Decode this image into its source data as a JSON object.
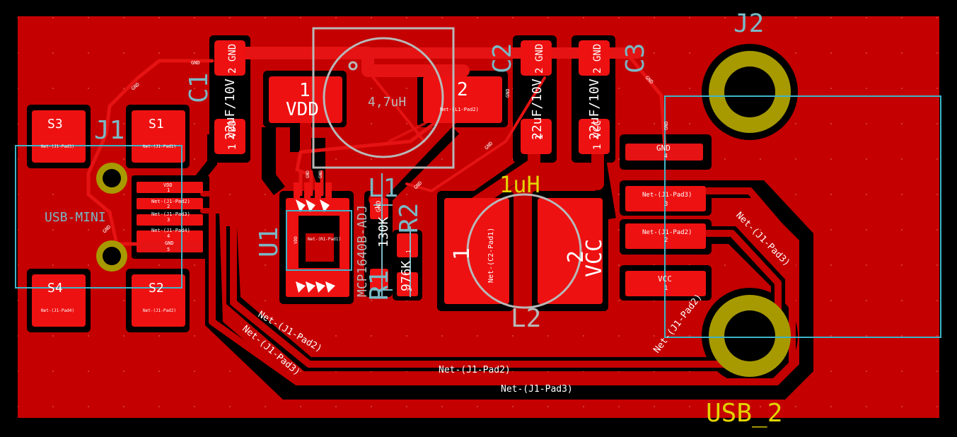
{
  "colors": {
    "background": "#000000",
    "copper": "#c40000",
    "pad": "#ee1111",
    "silk": "#7ab8c4",
    "outline": "#b8b8b8",
    "mount_ring": "#a79a00",
    "value_text": "#e2d400",
    "white": "#ffffff"
  },
  "refs": {
    "j1": "J1",
    "j2": "J2",
    "c1": "C1",
    "c2": "C2",
    "c3": "C3",
    "u1": "U1",
    "l1": "L1",
    "l2": "L2",
    "r1": "R1",
    "r2": "R2"
  },
  "values": {
    "usb_mini": "USB-MINI",
    "usb_2": "USB_2",
    "l1_value": "4,7uH",
    "l2_value": "1uH",
    "cap_value": "22uF/10V",
    "u1_value": "MCP1640B-ADJ",
    "r1_value": "976K",
    "r2_value": "130K"
  },
  "pads": {
    "j1_shield": [
      "S3",
      "S1",
      "S4",
      "S2"
    ],
    "j1_shield_nets": [
      "Net-(J1-Pad3)",
      "Net-(J1-Pad1)",
      "Net-(J1-Pad4)",
      "Net-(J1-Pad2)"
    ],
    "j1_pins": [
      {
        "net": "VDD",
        "num": "1"
      },
      {
        "net": "Net-(J1-Pad2)",
        "num": "2"
      },
      {
        "net": "Net-(J1-Pad3)",
        "num": "3"
      },
      {
        "net": "Net-(J1-Pad4)",
        "num": "4"
      },
      {
        "net": "GND",
        "num": "5"
      }
    ],
    "j2_pins": [
      {
        "net": "GND",
        "num": "4"
      },
      {
        "net": "Net-(J1-Pad3)",
        "num": "3"
      },
      {
        "net": "Net-(J1-Pad2)",
        "num": "2"
      },
      {
        "net": "VCC",
        "num": "1"
      }
    ],
    "l1_pin1": "1",
    "l1_pin1_net": "VDD",
    "l1_pin2": "2",
    "l1_pin2_net": "Net-(L1-Pad2)",
    "l2_pin1": "1",
    "l2_pin1_net": "Net-(C2-Pad1)",
    "l2_pin2": "2",
    "l2_pin2_net": "VCC",
    "c1_top": "2 GND",
    "c1_bot": "1 VDD",
    "c2_top": "2 GND",
    "c2_bot": "1",
    "c3_top": "2 GND",
    "c3_bot": "1 VCC",
    "u1_net": "Net-(R1-Pad1)",
    "u1_left_net": "VDD",
    "r2_pin": "GND",
    "r2_num1": "1",
    "r1_num1": "1",
    "r1_num2": "2"
  },
  "track_labels": {
    "gnd": "GND",
    "net2": "Net-(J1-Pad2)",
    "net3": "Net-(J1-Pad3)"
  }
}
